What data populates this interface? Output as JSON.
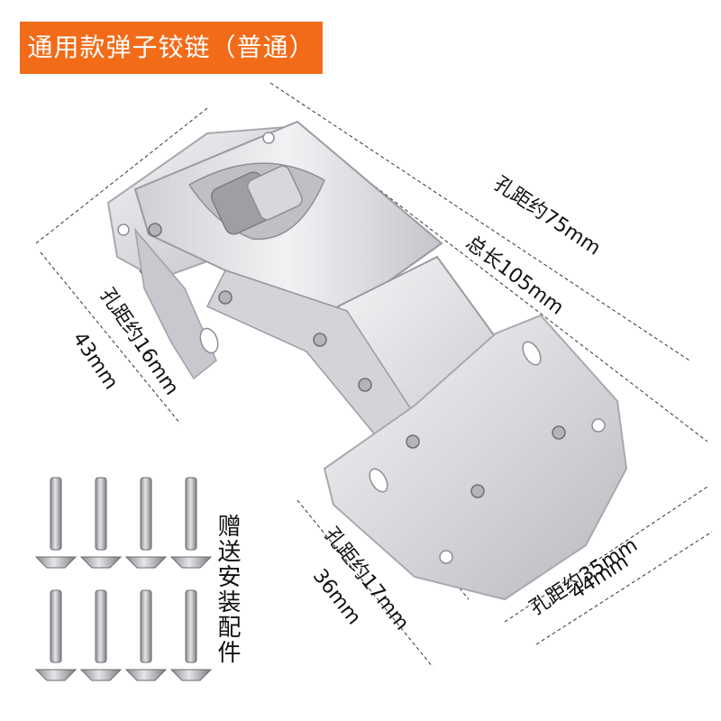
{
  "banner": {
    "title": "通用款弹子铰链（普通）"
  },
  "dimensions": {
    "hole_75": "孔距约75mm",
    "total_105": "总长105mm",
    "hole_16": "孔距约16mm",
    "w_43": "43mm",
    "hole_17": "孔距约17mm",
    "w_36": "36mm",
    "hole_35": "孔距约35mm",
    "w_44": "44mm"
  },
  "accessories": {
    "label": "赠送安装配件"
  },
  "colors": {
    "banner": "#f26b18",
    "metal_light": "#e8e8ea",
    "metal_dark": "#9a9aa0"
  }
}
